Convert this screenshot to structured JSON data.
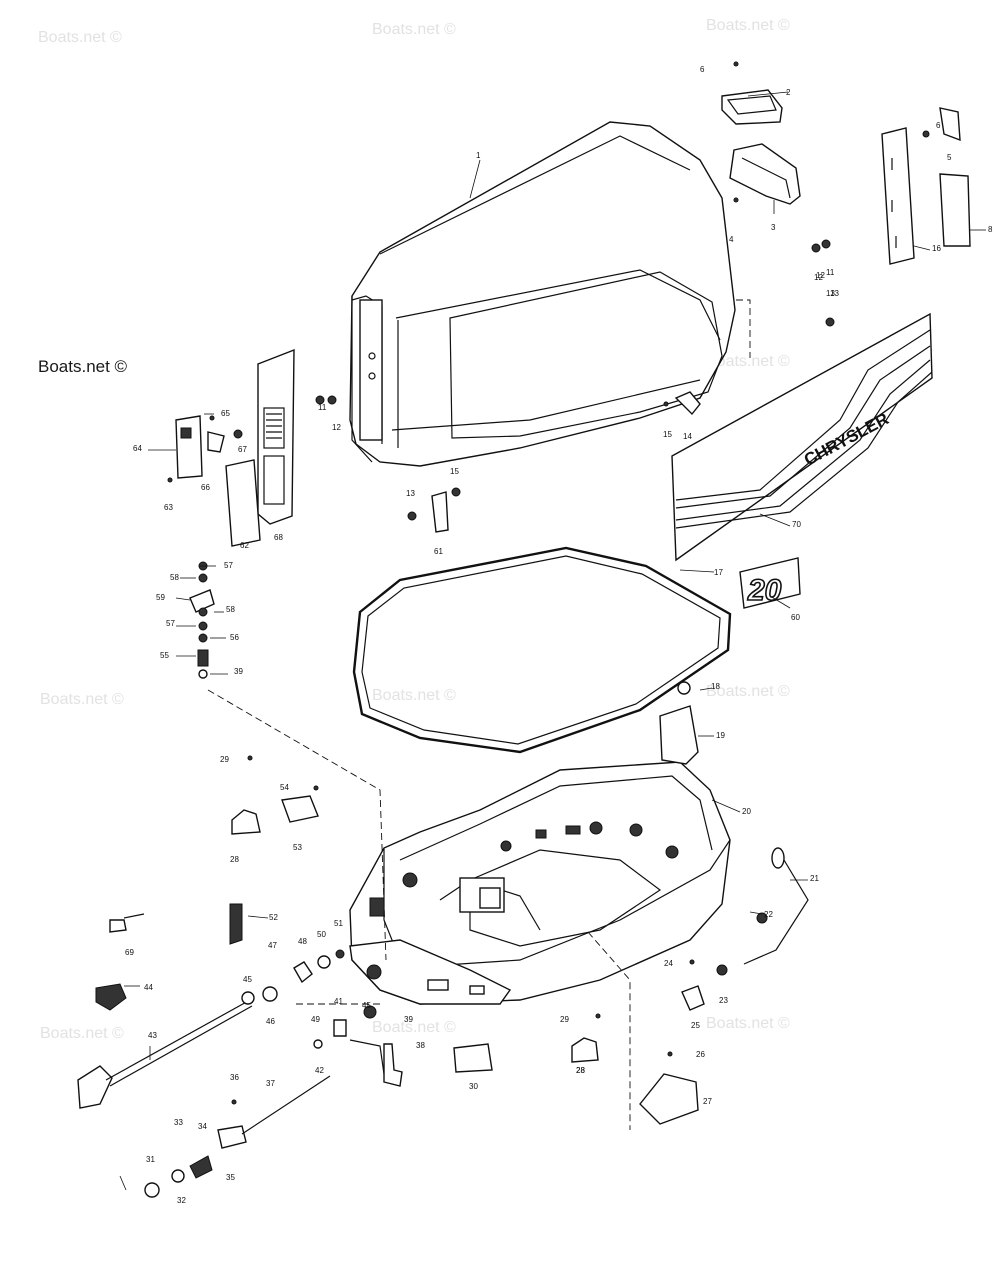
{
  "watermarks": {
    "main": "Boats.net ©",
    "faint": "Boats.net ©"
  },
  "decals": {
    "brand": "CHRYSLER",
    "model": "20"
  },
  "part_numbers": [
    "1",
    "2",
    "3",
    "4",
    "5",
    "6",
    "8",
    "11",
    "12",
    "13",
    "14",
    "15",
    "16",
    "17",
    "18",
    "19",
    "20",
    "21",
    "22",
    "23",
    "24",
    "25",
    "26",
    "27",
    "28",
    "29",
    "30",
    "31",
    "32",
    "33",
    "34",
    "35",
    "36",
    "37",
    "38",
    "39",
    "41",
    "42",
    "43",
    "44",
    "45",
    "46",
    "47",
    "48",
    "49",
    "50",
    "51",
    "52",
    "53",
    "54",
    "55",
    "56",
    "57",
    "58",
    "59",
    "60",
    "61",
    "62",
    "63",
    "64",
    "65",
    "66",
    "67",
    "68",
    "69",
    "70"
  ]
}
